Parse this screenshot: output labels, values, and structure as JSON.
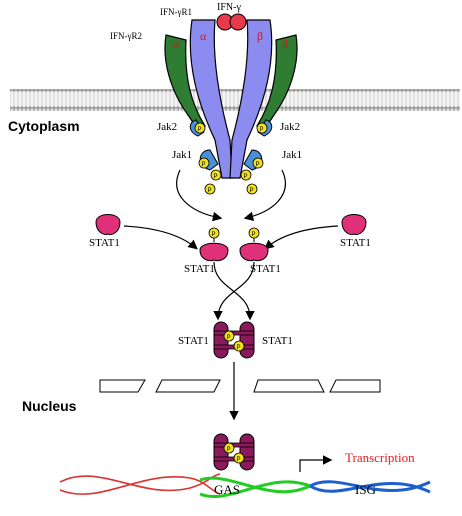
{
  "diagram": {
    "labels": {
      "ligand": "IFN-γ",
      "receptor1": "IFN-γR1",
      "receptor2": "IFN-γR2",
      "alpha": "α",
      "beta": "β",
      "cytoplasm": "Cytoplasm",
      "jak2": "Jak2",
      "jak1": "Jak1",
      "stat1": "STAT1",
      "phospho": "P",
      "nucleus": "Nucleus",
      "gas": "GAS",
      "isg": "ISG",
      "transcription": "Transcription"
    },
    "colors": {
      "membrane": "#cfcfcf",
      "receptor_r1": "#8c8cf0",
      "receptor_r2": "#2e7d32",
      "ligand": "#e83a4a",
      "jak": "#4a90d9",
      "phospho": "#f0e020",
      "stat_monomer": "#e0307a",
      "stat_dimer": "#8b1a5c",
      "dna_strand_a": "#e03030",
      "gas_region": "#22cc22",
      "isg_region": "#1e5fd0",
      "transcription_text": "#e02020"
    }
  }
}
